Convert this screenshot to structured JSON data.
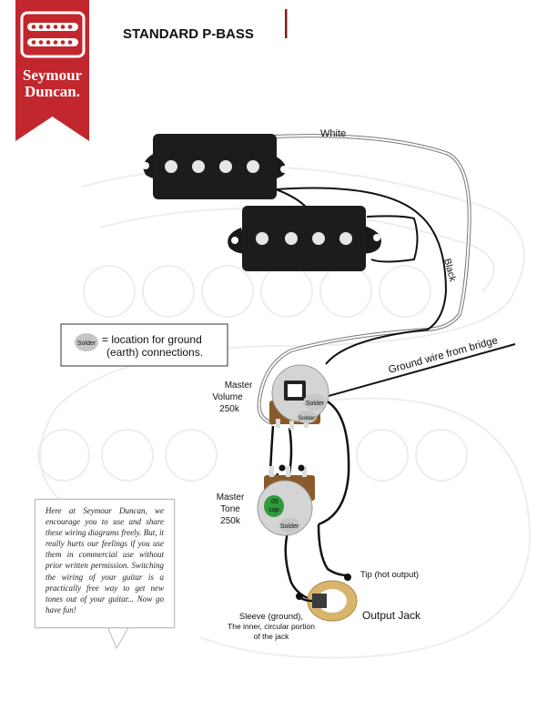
{
  "brand": {
    "line1": "Seymour",
    "line2": "Duncan.",
    "color": "#c1272d"
  },
  "title": "STANDARD P-BASS",
  "legend": {
    "badge": "Solder",
    "text_line1": "= location for ground",
    "text_line2": "(earth) connections."
  },
  "wires": {
    "white": "White",
    "black": "Black",
    "ground": "Ground wire from bridge"
  },
  "volume_pot": {
    "line1": "Master",
    "line2": "Volume",
    "line3": "250k",
    "solder1": "Solder",
    "solder2": "Solder"
  },
  "tone_pot": {
    "line1": "Master",
    "line2": "Tone",
    "line3": "250k",
    "cap_line1": ".05",
    "cap_line2": "cap",
    "solder": "Solder",
    "cap_color": "#2e9a3c"
  },
  "jack": {
    "tip": "Tip (hot output)",
    "label": "Output Jack",
    "sleeve_line1": "Sleeve (ground),",
    "sleeve_line2": "The inner, circular portion",
    "sleeve_line3": "of the jack"
  },
  "note": "Here at Seymour Duncan, we encourage you to use and share these wiring diagrams freely. But, it really hurts our feelings if you use them in commercial use without prior written permission. Switching the wiring of your guitar is a practically free way to get new tones out of your guitar... Now go have fun!"
}
